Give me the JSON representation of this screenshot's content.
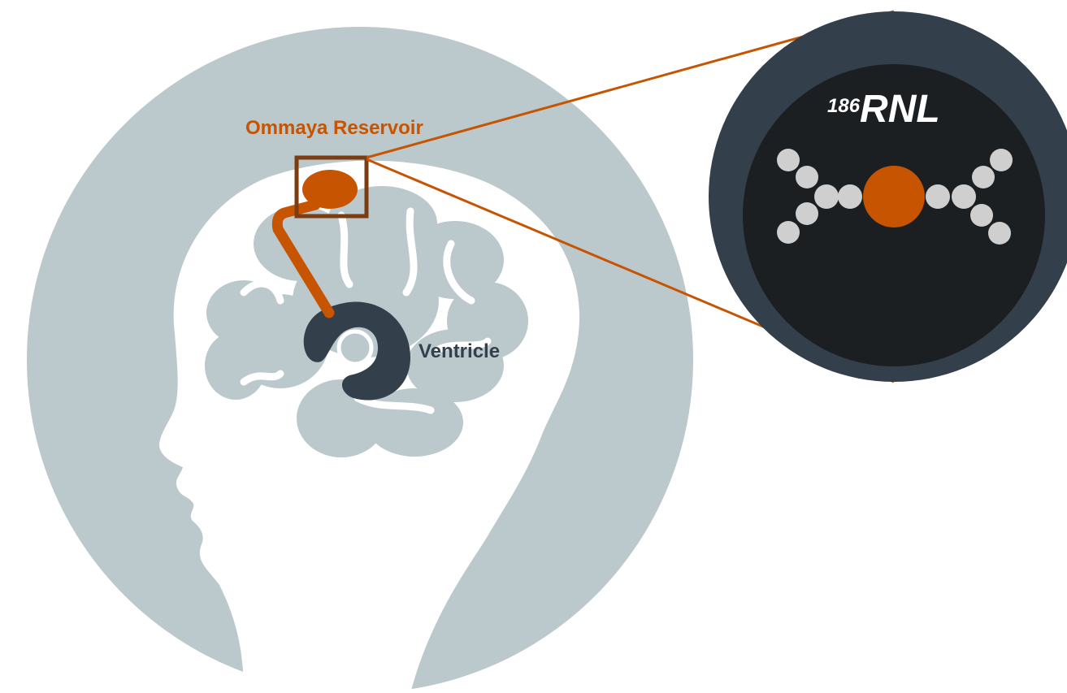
{
  "labels": {
    "reservoir": "Ommaya Reservoir",
    "ventricle": "Ventricle"
  },
  "inset": {
    "isotope_mass": "186",
    "compound": "RNL"
  },
  "colors": {
    "head_circle": "#bbc8cc",
    "head_silhouette": "#ffffff",
    "brain": "#bbc8cc",
    "accent_orange": "#c65400",
    "box_brown": "#7a3c10",
    "ventricle_dark": "#333f4a",
    "inset_outer": "#333f4a",
    "inset_inner": "#1c1f21",
    "particle_grey": "#cfcfcf"
  }
}
